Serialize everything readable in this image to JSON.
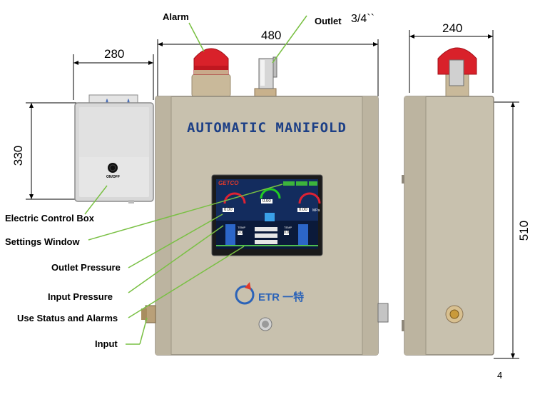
{
  "labels": {
    "alarm": "Alarm",
    "outlet": "Outlet",
    "outlet_size": "3/4``",
    "electric_control_box": "Electric Control Box",
    "settings_window": "Settings Window",
    "outlet_pressure": "Outlet Pressure",
    "input_pressure": "Input Pressure",
    "use_status_alarms": "Use Status and Alarms",
    "input": "Input"
  },
  "dimensions": {
    "box_width": "280",
    "box_height": "330",
    "front_width": "480",
    "side_width": "240",
    "side_height": "510"
  },
  "panel": {
    "title": "AUTOMATIC MANIFOLD",
    "logo": "ETR 一特",
    "switch_label": "ON/OFF"
  },
  "screen": {
    "brand": "GETCO",
    "left_value": "0.00",
    "center_value": "0.00",
    "right_value": "0.00",
    "temp_left_label": "TEMP",
    "temp_left_value": "0.0",
    "temp_right_label": "TEMP",
    "temp_right_value": "0.0",
    "units": "MPa"
  },
  "page_number": "4",
  "colors": {
    "cabinet": "#c8c1ae",
    "cabinet_edge": "#8e877a",
    "leader_line": "#79c043",
    "title": "#1c3f86",
    "alarm_red": "#d9212a",
    "screen_bg": "#0b1a3a"
  }
}
